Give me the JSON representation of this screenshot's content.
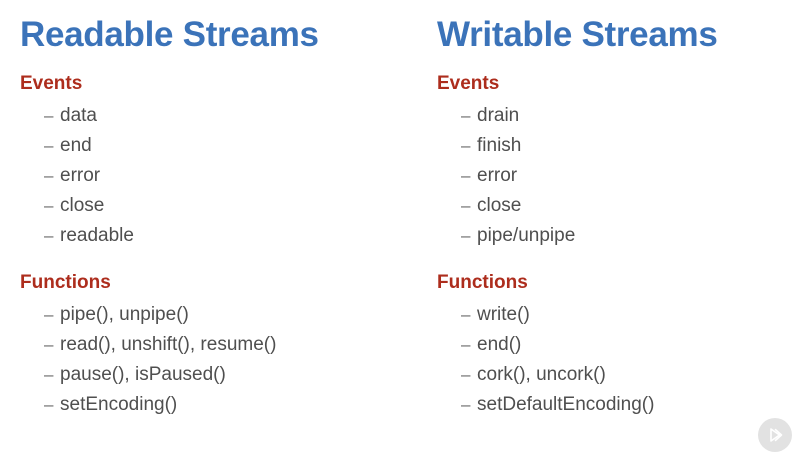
{
  "slide": {
    "background_color": "#ffffff",
    "title_color": "#3b73b9",
    "heading_color": "#ad2d1d",
    "body_color": "#4f4f4f",
    "bullet_dash": "–",
    "columns": [
      {
        "title": "Readable Streams",
        "sections": [
          {
            "heading": "Events",
            "items": [
              "data",
              "end",
              "error",
              "close",
              "readable"
            ]
          },
          {
            "heading": "Functions",
            "items": [
              "pipe(), unpipe()",
              "read(), unshift(), resume()",
              "pause(), isPaused()",
              "setEncoding()"
            ]
          }
        ]
      },
      {
        "title": "Writable Streams",
        "sections": [
          {
            "heading": "Events",
            "items": [
              "drain",
              "finish",
              "error",
              "close",
              "pipe/unpipe"
            ]
          },
          {
            "heading": "Functions",
            "items": [
              "write()",
              "end()",
              "cork(), uncork()",
              "setDefaultEncoding()"
            ]
          }
        ]
      }
    ],
    "watermark": {
      "icon": "play-chevron-icon",
      "color": "#e2e2e2"
    }
  }
}
